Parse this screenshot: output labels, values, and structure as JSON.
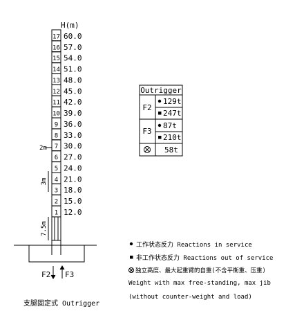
{
  "mast": {
    "height_header": "H(m)",
    "sections": [
      {
        "no": "17",
        "height": "60.0"
      },
      {
        "no": "16",
        "height": "57.0"
      },
      {
        "no": "15",
        "height": "54.0"
      },
      {
        "no": "14",
        "height": "51.0"
      },
      {
        "no": "13",
        "height": "48.0"
      },
      {
        "no": "12",
        "height": "45.0"
      },
      {
        "no": "11",
        "height": "42.0"
      },
      {
        "no": "10",
        "height": "39.0"
      },
      {
        "no": "9",
        "height": "36.0"
      },
      {
        "no": "8",
        "height": "33.0"
      },
      {
        "no": "7",
        "height": "30.0"
      },
      {
        "no": "6",
        "height": "27.0"
      },
      {
        "no": "5",
        "height": "24.0"
      },
      {
        "no": "4",
        "height": "21.0"
      },
      {
        "no": "3",
        "height": "18.0"
      },
      {
        "no": "2",
        "height": "15.0"
      },
      {
        "no": "1",
        "height": "12.0"
      }
    ],
    "dim_2m": "2m",
    "dim_3m": "3m",
    "dim_7_5m": "7.5m",
    "label_f2": "F2",
    "label_f3": "F3"
  },
  "outrigger_table": {
    "header": "Outrigger",
    "f2_label": "F2",
    "f2_in_service": "129t",
    "f2_out_service": "247t",
    "f3_label": "F3",
    "f3_in_service": "87t",
    "f3_out_service": "210t",
    "self_weight": "58t"
  },
  "legend": {
    "in_service": "工作状态反力  Reactions in service",
    "out_service": "非工作状态反力  Reactions out of service",
    "self_weight_cn": "独立高度、最大起重臂的自重(不含平衡重、压重)",
    "self_weight_en1": "Weight with max free-standing,  max jib",
    "self_weight_en2": "(without counter-weight and load)"
  },
  "caption": "支腿固定式 Outrigger"
}
